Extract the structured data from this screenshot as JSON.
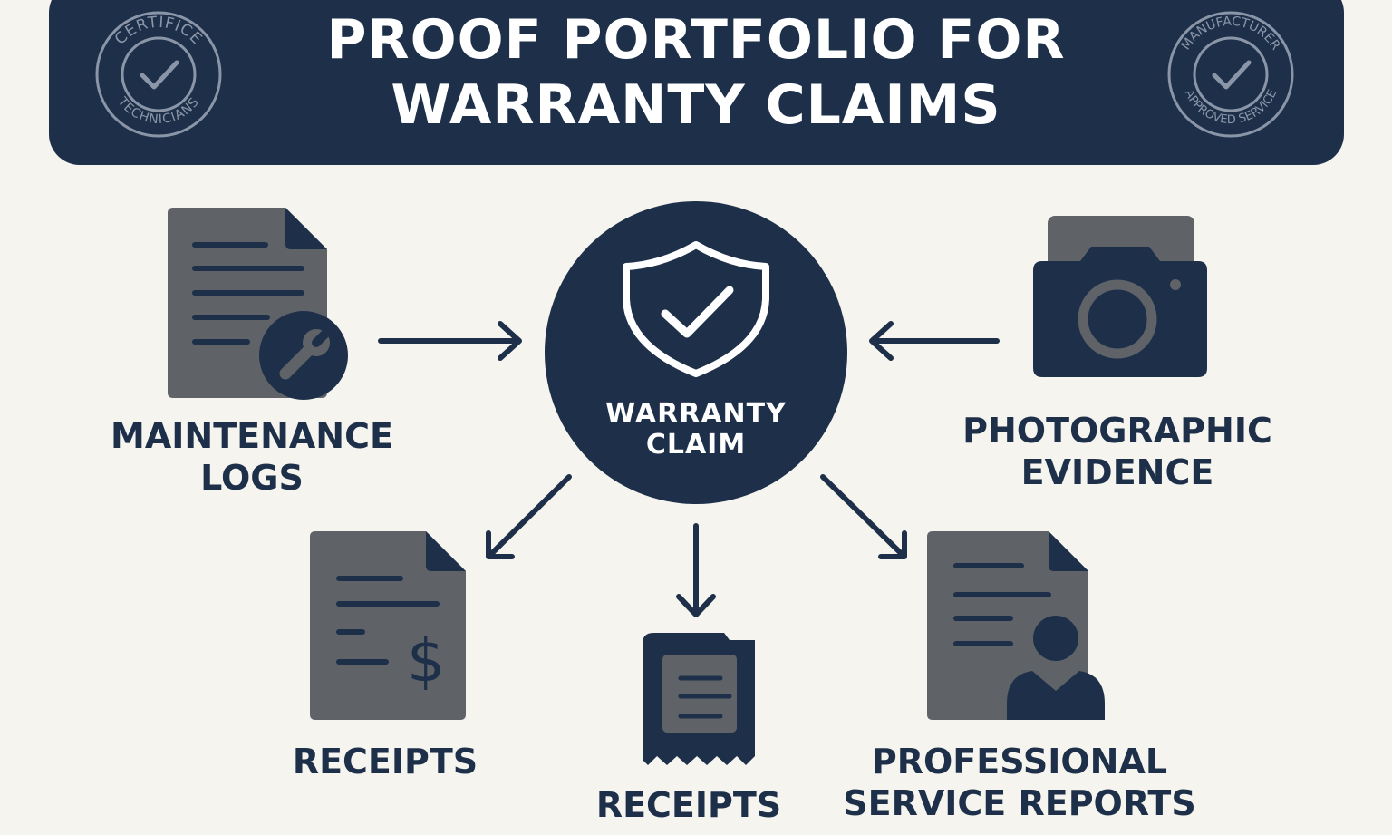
{
  "header": {
    "title_line1": "PROOF PORTFOLIO FOR",
    "title_line2": "WARRANTY CLAIMS",
    "seal_left_top": "CERTIFICE",
    "seal_left_bottom": "TECHNICIANS",
    "seal_right_top": "MANUFACTURER",
    "seal_right_bottom": "APPROVED SERVICE"
  },
  "hub": {
    "line1": "WARRANTY",
    "line2": "CLAIM"
  },
  "nodes": {
    "maintenance": {
      "line1": "MAINTENANCE",
      "line2": "LOGS"
    },
    "photos": {
      "line1": "PHOTOGRAPHIC",
      "line2": "EVIDENCE"
    },
    "receipts_left": {
      "line1": "RECEIPTS"
    },
    "receipts_center": {
      "line1": "RECEIPTS"
    },
    "reports": {
      "line1": "PROFESSIONAL",
      "line2": "SERVICE REPORTS"
    }
  },
  "colors": {
    "navy": "#1d2f49",
    "gray": "#5f6368",
    "background": "#f6f4ef"
  }
}
